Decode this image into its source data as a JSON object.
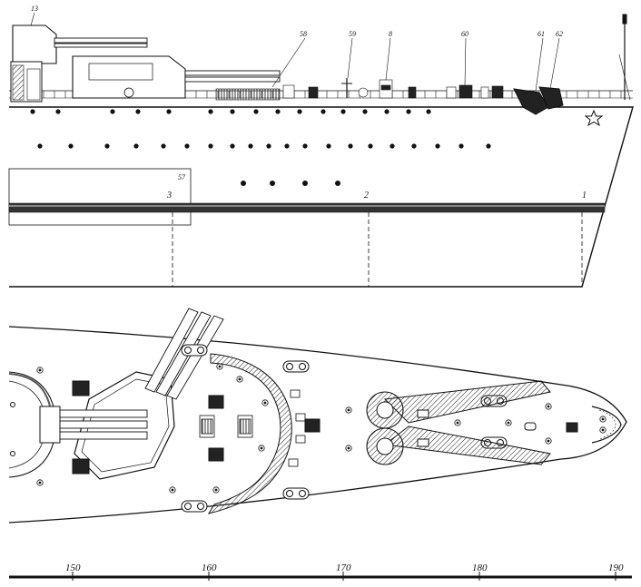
{
  "callouts": {
    "n13": "13",
    "n58": "58",
    "n59": "59",
    "n8": "8",
    "n60": "60",
    "n61": "61",
    "n62": "62",
    "n57": "57"
  },
  "frames": {
    "f1": "1",
    "f2": "2",
    "f3": "3"
  },
  "scale": {
    "ticks": [
      "150",
      "160",
      "170",
      "180",
      "190"
    ]
  },
  "colors": {
    "ink": "#111111",
    "paper": "#ffffff",
    "hatch": "#333333"
  }
}
